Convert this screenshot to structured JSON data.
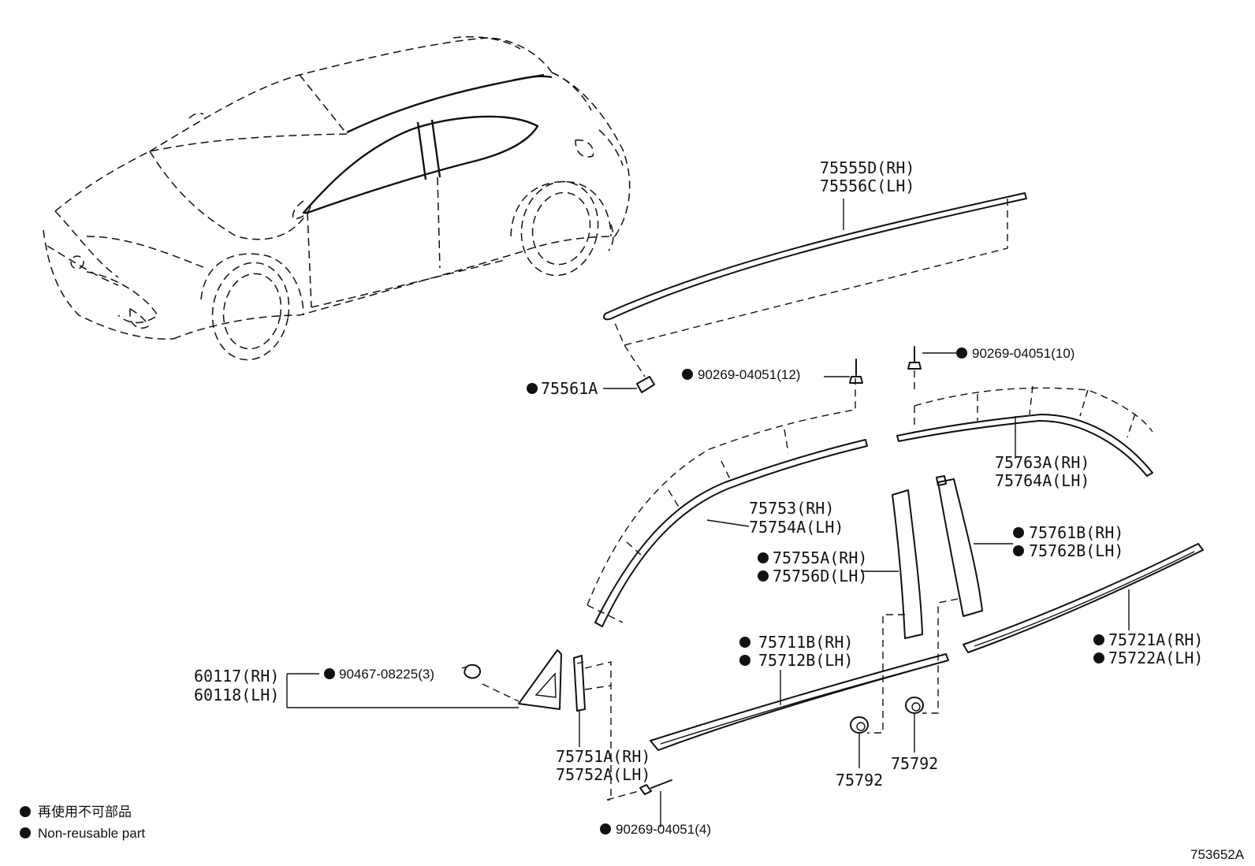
{
  "labels": {
    "l_75555d": "75555D(RH)",
    "l_75556c": "75556C(LH)",
    "l_75561a": "75561A",
    "l_90269_12": "90269-04051(12)",
    "l_90269_10": "90269-04051(10)",
    "l_75763a": "75763A(RH)",
    "l_75764a": "75764A(LH)",
    "l_75753": "75753(RH)",
    "l_75754a": "75754A(LH)",
    "l_75761b": "75761B(RH)",
    "l_75762b": "75762B(LH)",
    "l_75755a": "75755A(RH)",
    "l_75756d": "75756D(LH)",
    "l_75711b": "75711B(RH)",
    "l_75712b": "75712B(LH)",
    "l_75721a": "75721A(RH)",
    "l_75722a": "75722A(LH)",
    "l_60117": "60117(RH)",
    "l_60118": "60118(LH)",
    "l_90467": "90467-08225(3)",
    "l_75751a": "75751A(RH)",
    "l_75752a": "75752A(LH)",
    "l_75792_a": "75792",
    "l_75792_b": "75792",
    "l_90269_4": "90269-04051(4)"
  },
  "legend": {
    "jp": "再使用不可部品",
    "en": "Non-reusable part"
  },
  "figure_code": "753652A",
  "colors": {
    "line": "#111111",
    "background": "#ffffff"
  }
}
